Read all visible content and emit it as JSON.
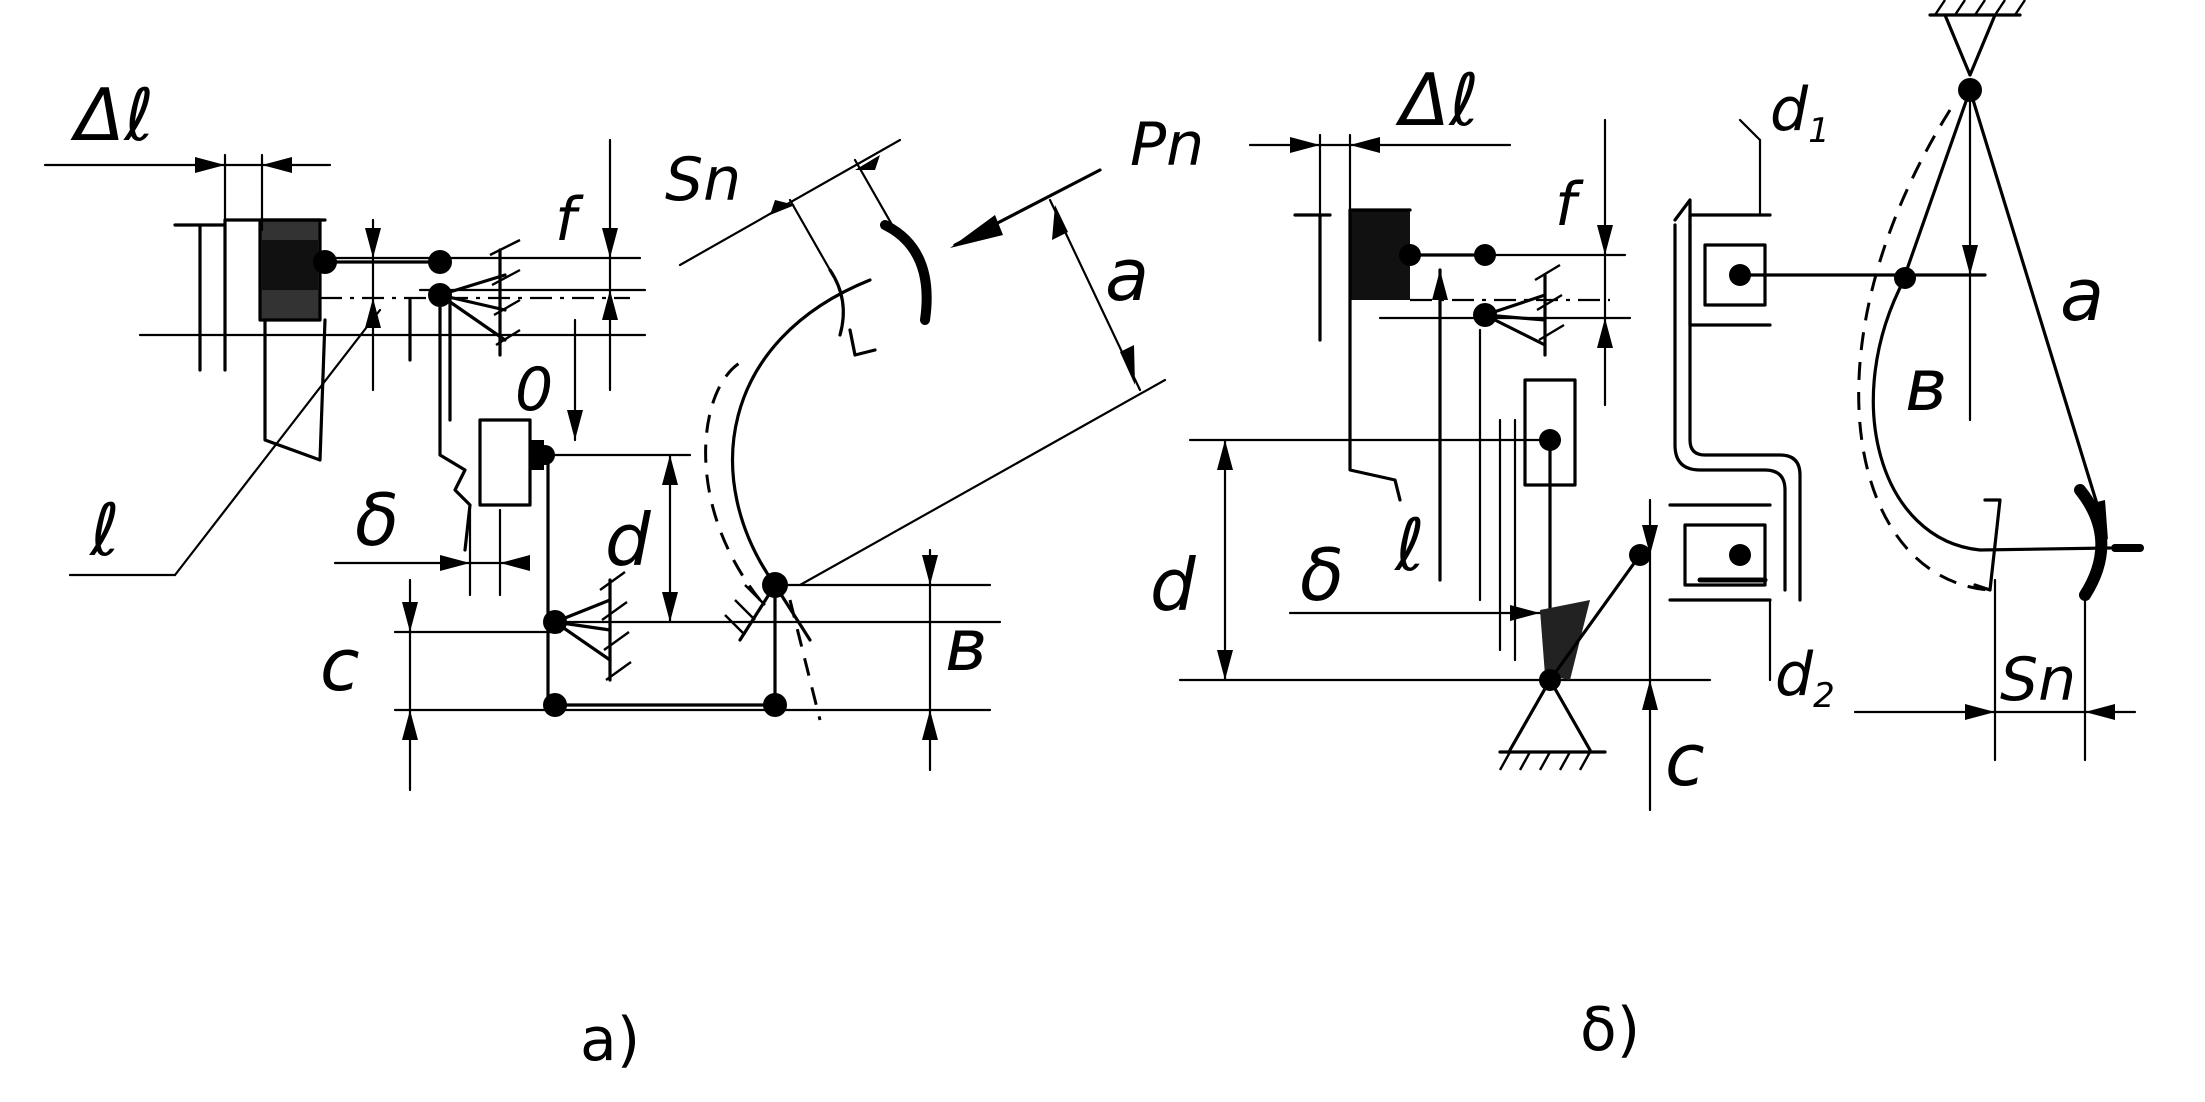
{
  "panel_a": {
    "caption": "a)",
    "labels": {
      "delta_l": "Δℓ",
      "f": "f",
      "S_n": "Sn",
      "P_n": "Pn",
      "a": "a",
      "zero": "0",
      "l": "ℓ",
      "delta": "δ",
      "d": "d",
      "c": "c",
      "b": "в"
    }
  },
  "panel_b": {
    "caption": "δ)",
    "labels": {
      "delta_l": "Δℓ",
      "f": "f",
      "d1": "d",
      "d1_sub": "1",
      "a": "a",
      "b": "в",
      "l": "ℓ",
      "delta": "δ",
      "d": "d",
      "c": "c",
      "d2": "d",
      "d2_sub": "2",
      "S_n": "Sn"
    }
  }
}
